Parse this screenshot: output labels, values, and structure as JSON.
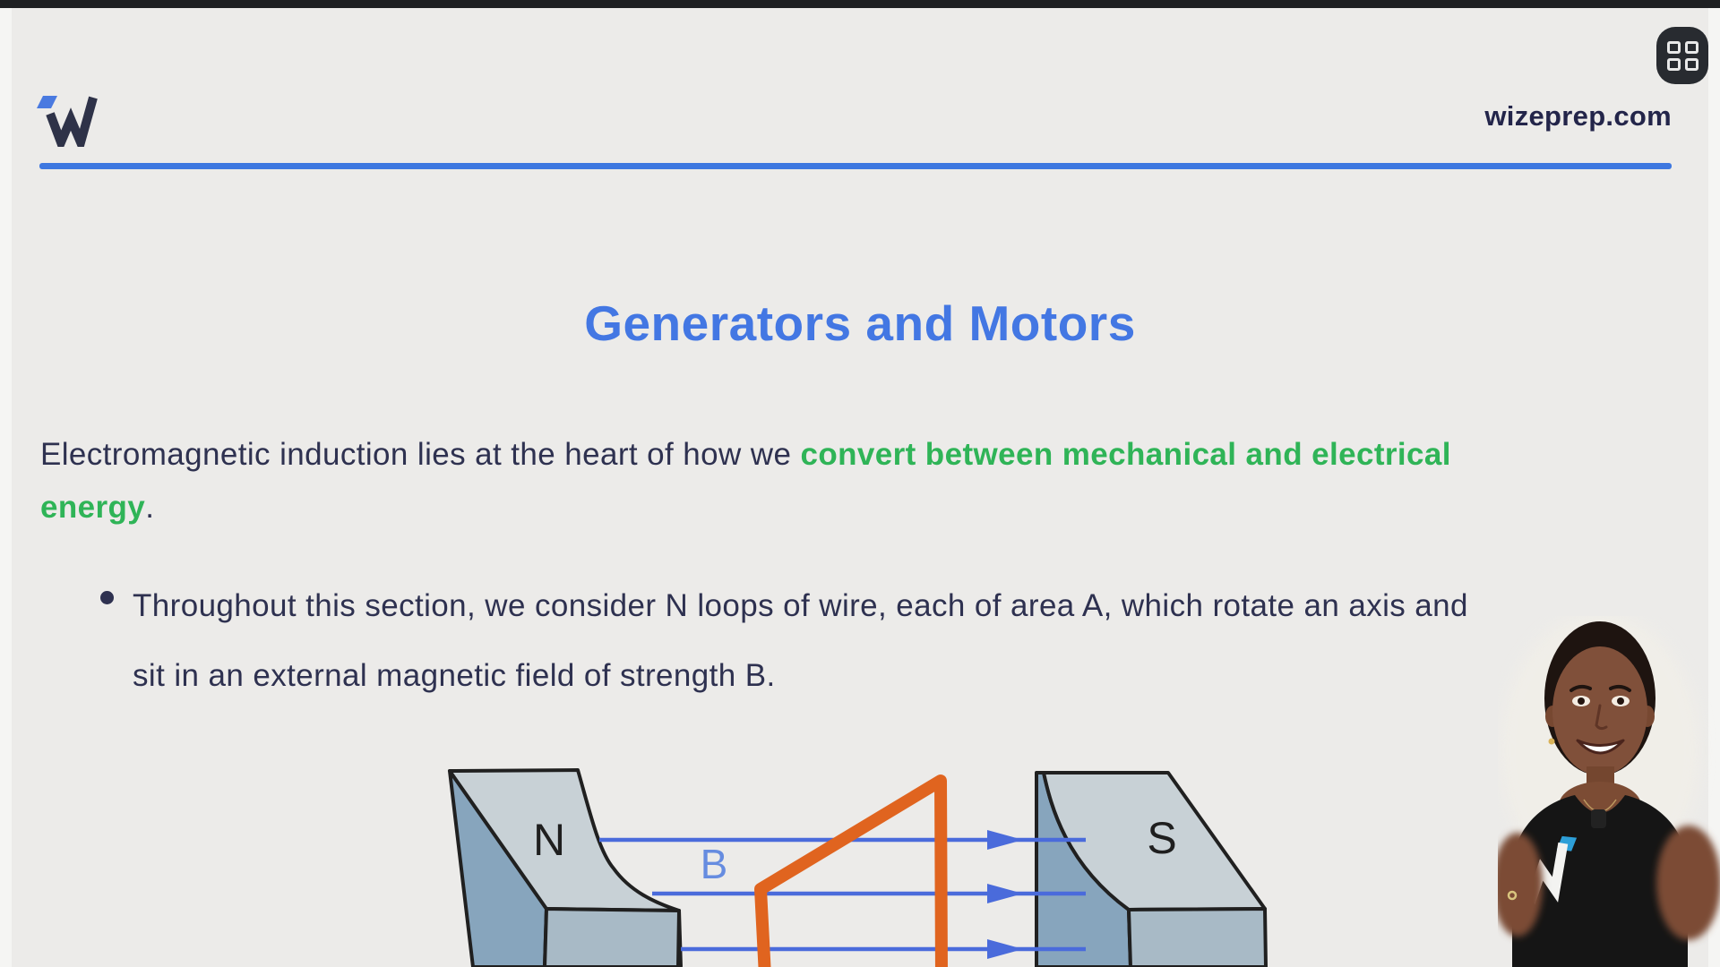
{
  "window": {
    "top_bar_color": "#1e2022",
    "background_color": "#ecebe9"
  },
  "header": {
    "site_url": "wizeprep.com",
    "accent_color": "#3d77e0",
    "text_color": "#23254a"
  },
  "slide": {
    "title": "Generators and Motors",
    "title_color": "#4377e3",
    "intro": {
      "text_color": "#2e3150",
      "highlight_color": "#2fb457",
      "line1_normal": "Electromagnetic induction lies at the heart of how we ",
      "line1_highlight": "convert between mechanical and electrical",
      "line2_highlight": "energy",
      "line2_end": "."
    },
    "bullet": {
      "line1": "Throughout this section, we consider N loops of wire, each of area A, which rotate an axis and",
      "line2": "sit in an external magnetic field of strength B."
    }
  },
  "diagram": {
    "north_pole_label": "N",
    "south_pole_label": "S",
    "field_label": "B",
    "field_line_color": "#4a6bdb",
    "loop_color": "#e0641f",
    "magnet_light_face": "#c8d1d6",
    "magnet_dark_face": "#87a5bd",
    "magnet_front_face": "#a8bac6"
  }
}
